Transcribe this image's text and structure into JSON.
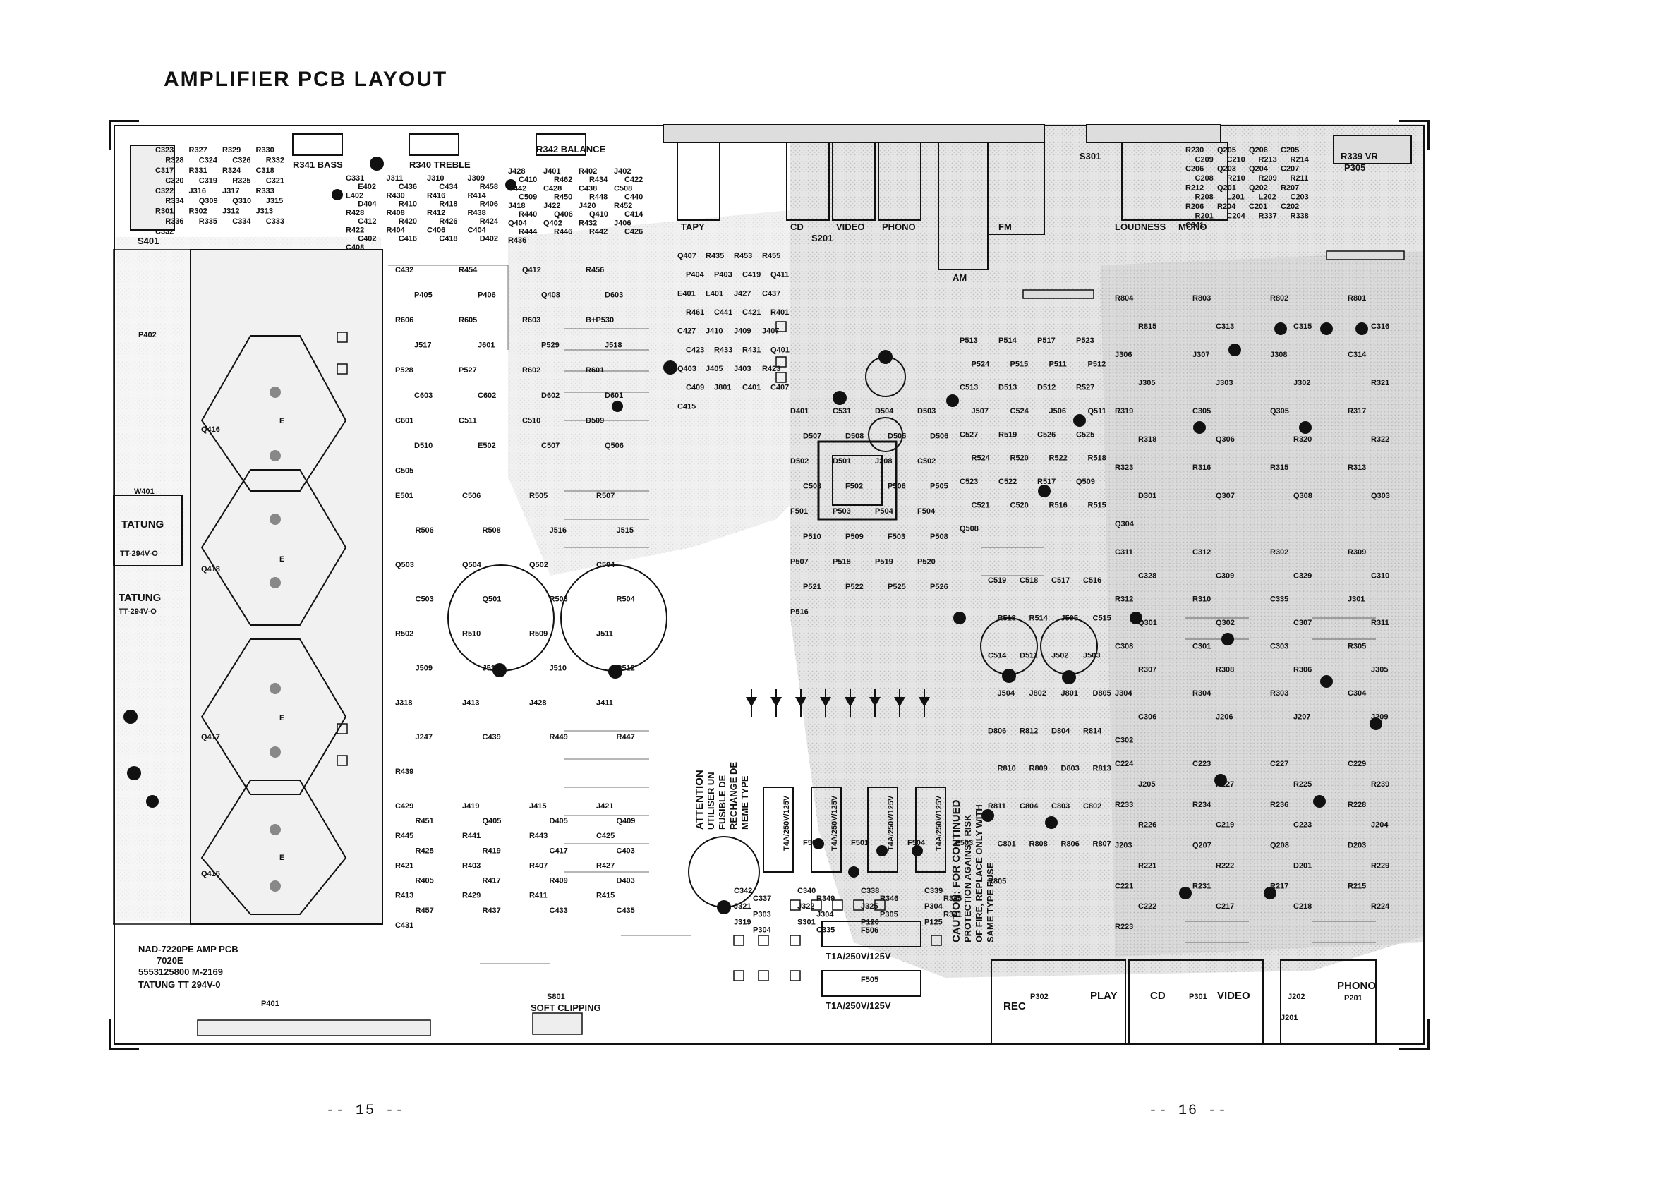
{
  "page": {
    "title": "AMPLIFIER PCB LAYOUT",
    "page_left": "-- 15 --",
    "page_right": "-- 16 --"
  },
  "board": {
    "top_controls": {
      "bass": "R341 BASS",
      "treble": "R340 TREBLE",
      "balance": "R342 BALANCE",
      "vr": "R339 VR",
      "s401": "S401",
      "s201": "S201",
      "s301": "S301",
      "p305": "P305"
    },
    "inputs": [
      "TAPY",
      "CD",
      "VIDEO",
      "PHONO",
      "FM",
      "AM",
      "LOUDNESS",
      "MONO"
    ],
    "bottom_jacks": [
      "REC",
      "PLAY",
      "CD",
      "VIDEO",
      "PHONO"
    ],
    "bottom_refs": [
      "P302",
      "P301",
      "P201",
      "J201",
      "J202"
    ],
    "soft_clipping": "SOFT CLIPPING",
    "s801": "S801",
    "tatung_1": "TATUNG",
    "tatung_1_sub": "TT-294V-O",
    "tatung_2": "TATUNG",
    "tatung_2_sub": "TT-294V-O",
    "board_info": [
      "NAD-7220PE AMP PCB",
      "7020E",
      "5553125800 M-2169",
      "TATUNG TT 294V-0"
    ],
    "p401": "P401",
    "p402": "P402",
    "w401": "W401",
    "transistors": [
      "Q416",
      "Q418",
      "Q417",
      "Q415"
    ],
    "e_mark": "E",
    "attention": [
      "ATTENTION",
      "UTILISER UN",
      "FUSIBLE DE",
      "RECHANGE DE",
      "MEME TYPE"
    ],
    "caution": [
      "CAUTION: FOR CONTINUED",
      "PROTECTION AGAINST RISK",
      "OF FIRE, REPLACE ONLY WITH",
      "SAME TYPE FUSE"
    ],
    "fuses_top": [
      "T4A/250V/125V",
      "T4A/250V/125V",
      "T4A/250V/125V",
      "T4A/250V/125V"
    ],
    "fuses_top_refs": [
      "F502",
      "F501",
      "F504",
      "F503"
    ],
    "fuses_bottom": [
      "T1A/250V/125V",
      "T1A/250V/125V"
    ],
    "fuses_bottom_refs": [
      "F506",
      "F505"
    ],
    "components": [
      "C323",
      "R327",
      "R329",
      "R330",
      "R328",
      "C324",
      "C326",
      "R332",
      "C317",
      "R331",
      "R324",
      "C318",
      "C320",
      "C319",
      "R325",
      "C321",
      "C322",
      "J316",
      "J317",
      "R333",
      "R334",
      "Q309",
      "Q310",
      "J315",
      "R301",
      "R302",
      "J312",
      "J313",
      "R336",
      "R335",
      "C334",
      "C333",
      "C332",
      "C331",
      "J311",
      "J310",
      "J309",
      "E402",
      "C436",
      "C434",
      "R458",
      "L402",
      "R430",
      "R416",
      "R414",
      "D404",
      "R410",
      "R418",
      "R406",
      "R428",
      "R408",
      "R412",
      "R438",
      "C412",
      "R420",
      "R426",
      "R424",
      "R422",
      "R404",
      "C406",
      "C404",
      "C402",
      "C416",
      "C418",
      "D402",
      "C408",
      "J428",
      "J401",
      "R402",
      "J402",
      "C410",
      "R462",
      "R434",
      "C422",
      "C442",
      "C428",
      "C438",
      "C508",
      "C509",
      "R450",
      "R448",
      "C440",
      "J418",
      "J422",
      "J420",
      "R452",
      "R440",
      "Q406",
      "Q410",
      "C414",
      "Q404",
      "Q402",
      "R432",
      "J406",
      "R444",
      "R446",
      "R442",
      "C426",
      "R436",
      "C432",
      "R454",
      "Q412",
      "R456",
      "P405",
      "P406",
      "Q408",
      "D603",
      "R606",
      "R605",
      "R603",
      "B+P530",
      "J517",
      "J601",
      "P529",
      "J518",
      "P528",
      "P527",
      "R602",
      "R601",
      "C603",
      "C602",
      "D602",
      "D601",
      "C601",
      "C511",
      "C510",
      "D509",
      "D510",
      "E502",
      "C507",
      "Q506",
      "C505",
      "E501",
      "C506",
      "R505",
      "R507",
      "R506",
      "R508",
      "J516",
      "J515",
      "Q503",
      "Q504",
      "Q502",
      "C504",
      "C503",
      "Q501",
      "R503",
      "R504",
      "R502",
      "R510",
      "R509",
      "J511",
      "J509",
      "J512",
      "J510",
      "R512",
      "J318",
      "J413",
      "J428",
      "J411",
      "J247",
      "C439",
      "R449",
      "R447",
      "R439",
      "C429",
      "J419",
      "J415",
      "J421",
      "R451",
      "Q405",
      "D405",
      "Q409",
      "R445",
      "R441",
      "R443",
      "C425",
      "R425",
      "R419",
      "C417",
      "C403",
      "R421",
      "R403",
      "R407",
      "R427",
      "R405",
      "R417",
      "R409",
      "D403",
      "R413",
      "R429",
      "R411",
      "R415",
      "R457",
      "R437",
      "C433",
      "C435",
      "C431",
      "Q407",
      "R435",
      "R453",
      "R455",
      "P404",
      "P403",
      "C419",
      "Q411",
      "E401",
      "L401",
      "J427",
      "C437",
      "R461",
      "C441",
      "C421",
      "R401",
      "C427",
      "J410",
      "J409",
      "J407",
      "C423",
      "R433",
      "R431",
      "Q401",
      "Q403",
      "J405",
      "J403",
      "R423",
      "C409",
      "J801",
      "C401",
      "C407",
      "C415",
      "D401",
      "C531",
      "D504",
      "D503",
      "D507",
      "D508",
      "D505",
      "D506",
      "D502",
      "D501",
      "J208",
      "C502",
      "C503",
      "F502",
      "P506",
      "P505",
      "F501",
      "P503",
      "P504",
      "F504",
      "P510",
      "P509",
      "F503",
      "P508",
      "P507",
      "P518",
      "P519",
      "P520",
      "P521",
      "P522",
      "P525",
      "P526",
      "P516",
      "P513",
      "P514",
      "P517",
      "P523",
      "P524",
      "P515",
      "P511",
      "P512",
      "C513",
      "D513",
      "D512",
      "R527",
      "J507",
      "C524",
      "J506",
      "Q511",
      "C527",
      "R519",
      "C526",
      "C525",
      "R524",
      "R520",
      "R522",
      "R518",
      "C523",
      "C522",
      "R517",
      "Q509",
      "C521",
      "C520",
      "R516",
      "R515",
      "Q508",
      "C519",
      "C518",
      "C517",
      "C516",
      "R513",
      "R514",
      "J505",
      "C515",
      "C514",
      "D511",
      "J502",
      "J503",
      "J504",
      "J802",
      "J801",
      "D805",
      "D806",
      "R812",
      "D804",
      "R814",
      "R810",
      "R809",
      "D803",
      "R813",
      "R811",
      "C804",
      "C803",
      "C802",
      "C801",
      "R808",
      "R806",
      "R807",
      "R805",
      "R804",
      "R803",
      "R802",
      "R801",
      "R815",
      "C313",
      "C315",
      "C316",
      "J306",
      "J307",
      "J308",
      "C314",
      "J305",
      "J303",
      "J302",
      "R321",
      "R319",
      "C305",
      "Q305",
      "R317",
      "R318",
      "Q306",
      "R320",
      "R322",
      "R323",
      "R316",
      "R315",
      "R313",
      "D301",
      "Q307",
      "Q308",
      "Q303",
      "Q304",
      "C311",
      "C312",
      "R302",
      "R309",
      "C328",
      "C309",
      "C329",
      "C310",
      "R312",
      "R310",
      "C335",
      "J301",
      "Q301",
      "Q302",
      "C307",
      "R311",
      "C308",
      "C301",
      "C303",
      "R305",
      "R307",
      "R308",
      "R306",
      "J305",
      "J304",
      "R304",
      "R303",
      "C304",
      "C306",
      "J206",
      "J207",
      "J209",
      "C302",
      "C224",
      "C223",
      "C227",
      "C229",
      "J205",
      "R227",
      "R225",
      "R239",
      "R233",
      "R234",
      "R236",
      "R228",
      "R226",
      "C219",
      "C223",
      "J204",
      "J203",
      "Q207",
      "Q208",
      "D203",
      "R221",
      "R222",
      "D201",
      "R229",
      "C221",
      "R231",
      "R217",
      "R215",
      "C222",
      "C217",
      "C218",
      "R224",
      "R223",
      "R230",
      "Q205",
      "Q206",
      "C205",
      "C209",
      "C210",
      "R213",
      "R214",
      "C206",
      "Q203",
      "Q204",
      "C207",
      "C208",
      "R210",
      "R209",
      "R211",
      "R212",
      "Q201",
      "Q202",
      "R207",
      "R208",
      "L201",
      "L202",
      "C203",
      "R206",
      "R204",
      "C201",
      "C202",
      "R201",
      "C204",
      "R337",
      "R338",
      "C341",
      "C342",
      "C340",
      "C338",
      "C339",
      "C337",
      "R349",
      "R346",
      "R345",
      "J321",
      "J322",
      "J325",
      "P304",
      "P303",
      "J304",
      "P305",
      "R341",
      "J319",
      "S301",
      "P126",
      "P125",
      "P304",
      "C335"
    ]
  }
}
